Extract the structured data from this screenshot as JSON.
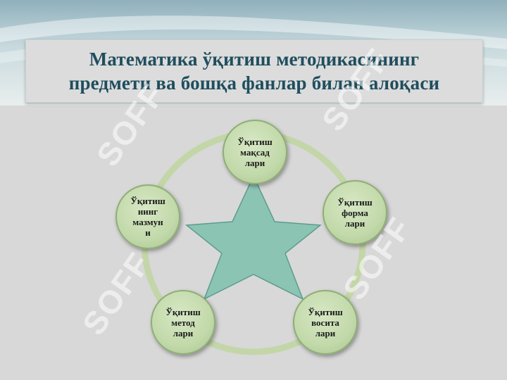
{
  "title": {
    "line1": "Математика ўқитиш методикасининг",
    "line2": "предмети ва бошқа фанлар билан алоқаси"
  },
  "nodes": {
    "top": [
      "Ўқитиш",
      "мақсад",
      "лари"
    ],
    "right": [
      "Ўқитиш",
      "форма",
      "лари"
    ],
    "bottom_right": [
      "Ўқитиш",
      "восита",
      "лари"
    ],
    "bottom_left": [
      "Ўқитиш",
      "метод",
      "лари"
    ],
    "left": [
      "Ўқитиш",
      "нинг",
      "мазмун",
      "и"
    ]
  },
  "watermark": "SOFF",
  "colors": {
    "title_text": "#1f4e5e",
    "star_fill": "#8cc4b4",
    "ring": "#c3d6a8",
    "node_fill": "#c2d9aa",
    "node_border": "#8fae76"
  }
}
